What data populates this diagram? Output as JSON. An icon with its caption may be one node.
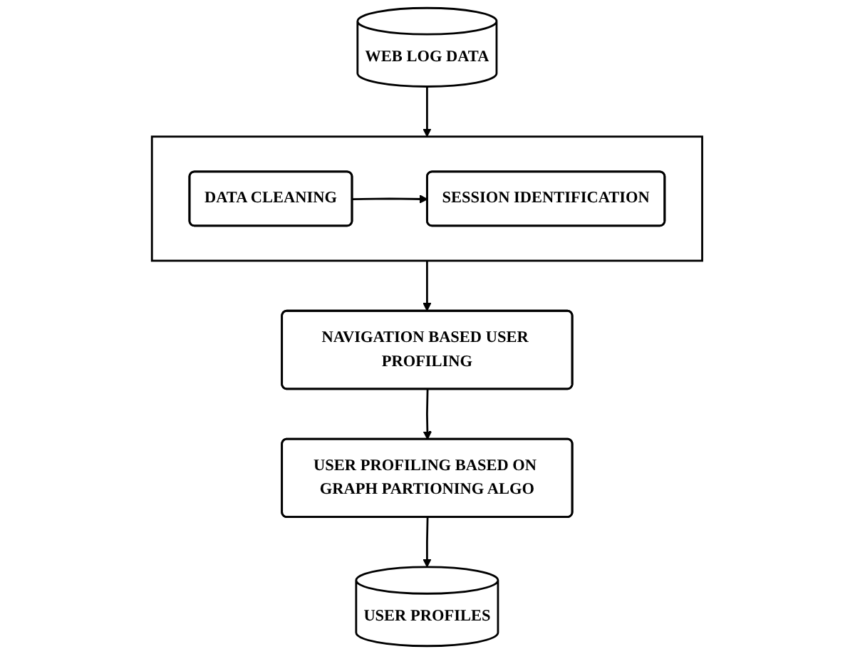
{
  "diagram": {
    "nodes": [
      {
        "text": [
          "WEB LOG DATA"
        ]
      },
      {
        "text": [],
        "shape": "box"
      },
      {
        "text": [
          "DATA CLEANING"
        ],
        "in": 1
      },
      {
        "text": [
          "SESSION IDENTIFICATION"
        ],
        "in": 1
      },
      {
        "text": [
          "NAVIGATION BASED USER PROFILING"
        ]
      },
      {
        "text": [
          "USER PROFILING BASED ON GRAPH PARTIONING ALGO"
        ]
      },
      {
        "text": [
          "USER PROFILES"
        ]
      }
    ],
    "edges": [
      {
        "from": 0,
        "to": 1,
        "arrow": "to"
      },
      {
        "from": 2,
        "to": 3,
        "arrow": "to"
      },
      {
        "from": 1,
        "to": 4,
        "arrow": "to"
      },
      {
        "from": 4,
        "to": 5,
        "arrow": "to"
      },
      {
        "from": 5,
        "to": 6,
        "arrow": "to"
      }
    ]
  }
}
